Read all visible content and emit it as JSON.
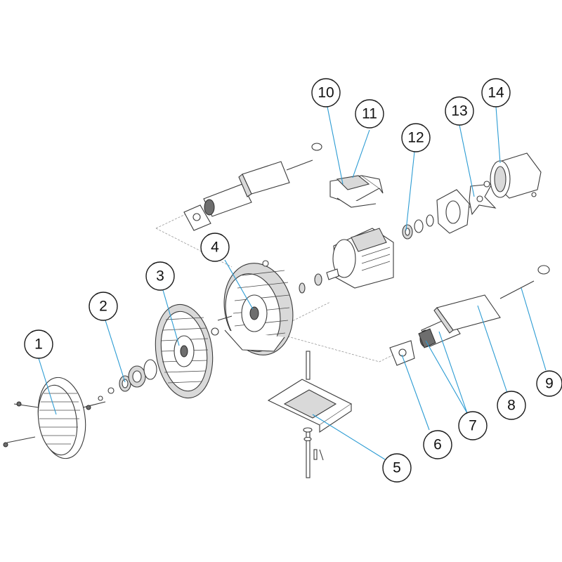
{
  "callouts": [
    {
      "number": "1"
    },
    {
      "number": "2"
    },
    {
      "number": "3"
    },
    {
      "number": "4"
    },
    {
      "number": "5"
    },
    {
      "number": "6"
    },
    {
      "number": "7"
    },
    {
      "number": "8"
    },
    {
      "number": "9"
    },
    {
      "number": "10"
    },
    {
      "number": "11"
    },
    {
      "number": "12"
    },
    {
      "number": "13"
    },
    {
      "number": "14"
    }
  ],
  "colors": {
    "leader": "#2b9bd3",
    "outline": "#3a3a3a",
    "background": "#ffffff"
  }
}
